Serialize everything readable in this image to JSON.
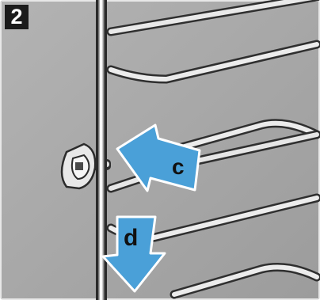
{
  "figure": {
    "step_number": "2",
    "callouts": {
      "c": "c",
      "d": "d"
    },
    "colors": {
      "background_wall": "#a9a9a9",
      "wall_edge": "#c8c8c8",
      "rail_metal": "#e8e8e8",
      "rail_shadow": "#3a3a3a",
      "arrow_fill": "#4aa0d8",
      "arrow_outline": "#ffffff",
      "badge": "#1b1b1b"
    },
    "icons": [
      "push-arrow-c-icon",
      "down-arrow-d-icon",
      "mount-bushing-icon"
    ]
  }
}
